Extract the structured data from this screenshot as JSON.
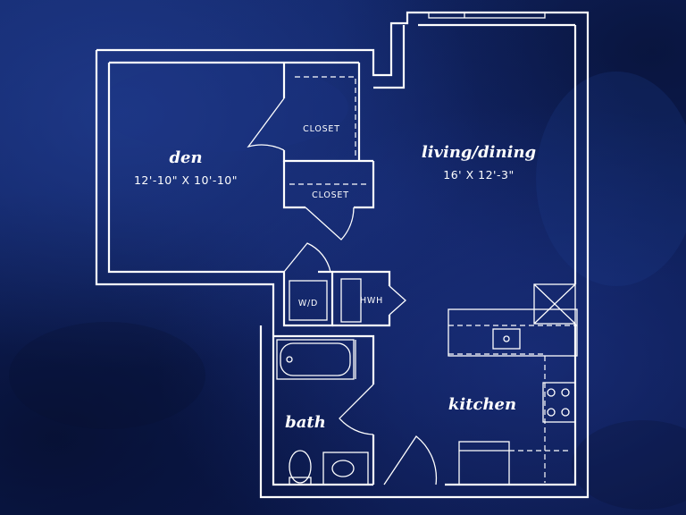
{
  "floor_plan": {
    "rooms": [
      {
        "id": "den",
        "name": "den",
        "dims": "12'-10\" X 10'-10\""
      },
      {
        "id": "living",
        "name": "living/dining",
        "dims": "16' X 12'-3\""
      },
      {
        "id": "kitchen",
        "name": "kitchen"
      },
      {
        "id": "bath",
        "name": "bath"
      }
    ],
    "labels": {
      "closet_upper": "CLOSET",
      "closet_lower": "CLOSET",
      "washer_dryer": "W/D",
      "water_heater": "HWH"
    }
  },
  "colors": {
    "line": "#ffffff",
    "background": "#0d1a4a"
  }
}
